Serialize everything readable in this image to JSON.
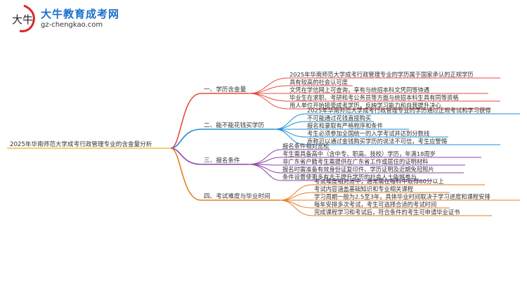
{
  "header": {
    "brand": "大牛教育成考网",
    "url": "gz-chengkao.com",
    "logo_text": "大牛"
  },
  "mindmap": {
    "root": "2025年华南师范大学成考行政管理专业的含金量分析",
    "colors": {
      "b1": "#e74c3c",
      "b2": "#1f8fd6",
      "b3": "#8e44ad",
      "b4": "#e67e22",
      "root": "#f0c040"
    },
    "branches": [
      {
        "label": "一、学历含金量",
        "leaves": [
          "2025年华南师范大学成考行政管理专业的学历属于国家承认的正规学历",
          "具有较高的社会认可度",
          "文凭在学信网上可查询，享有与统招本科文凭同等待遇",
          "毕业生在求职、考研和考公务员等方面与统招本科生具有同等资格",
          "用人单位开始接受成考学历，反映学习能力和自我提升决心"
        ]
      },
      {
        "label": "二、能不能花钱买学历",
        "leaves": [
          "2025年华南师范大学成考行政管理专业的学历通过正规考试和学习获得",
          "不可能通过花钱直接购买",
          "报名和录取有严格程序和条件",
          "考生必须参加全国统一的入学考试并达到分数线",
          "声称可以通过金钱购买学历的说法不可信，考生应警惕"
        ]
      },
      {
        "label": "三、报名条件",
        "leaves": [
          "报名条件相对宽松",
          "考生需具备高中（含中专、职高、技校）学历，年满18周岁",
          "非广东省户籍考生需提供在广东省工作或居住的证明材料",
          "报名时需准备有效身份证复印件、学历证明及近期免冠照片",
          "条件设置使更多有志于提升学历的社会人士能够参与"
        ]
      },
      {
        "label": "四、考试难度与毕业时间",
        "leaves": [
          "考试难度相对适中，通常需在每科中取得60分以上",
          "考试内容涵盖基础知识和专业相关课程",
          "学习周期一般为2.5至3年，具体毕业时间取决于学习进度和课程安排",
          "每年安排多次考试，考生可选择合适的考试时间",
          "完成课程学习和考试后，符合条件的考生可申请毕业证书"
        ]
      }
    ]
  }
}
